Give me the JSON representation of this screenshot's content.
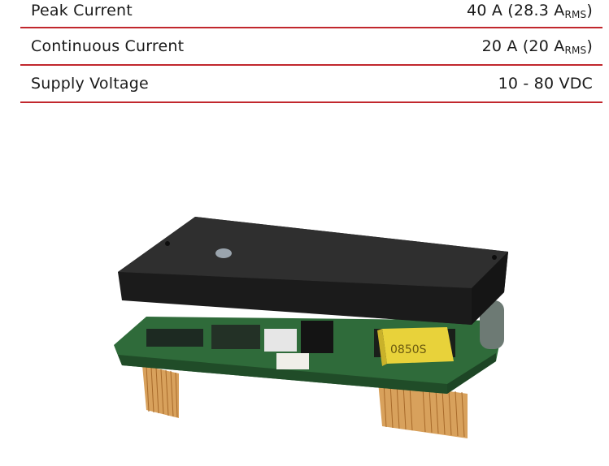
{
  "specs": [
    {
      "label": "Peak Current",
      "value_main": "40 A (28.3 A",
      "value_sub": "RMS",
      "value_end": ")"
    },
    {
      "label": "Continuous Current",
      "value_main": "20 A (20 A",
      "value_sub": "RMS",
      "value_end": ")"
    },
    {
      "label": "Supply Voltage",
      "value_main": "10 - 80 VDC",
      "value_sub": "",
      "value_end": ""
    }
  ],
  "product_image": {
    "chip_marking": "0850S"
  },
  "colors": {
    "divider": "#c1272d",
    "pcb": "#2f6b3a",
    "heatsink": "#222222",
    "pins": "#d8a15c",
    "inductor": "#e8d23a"
  }
}
